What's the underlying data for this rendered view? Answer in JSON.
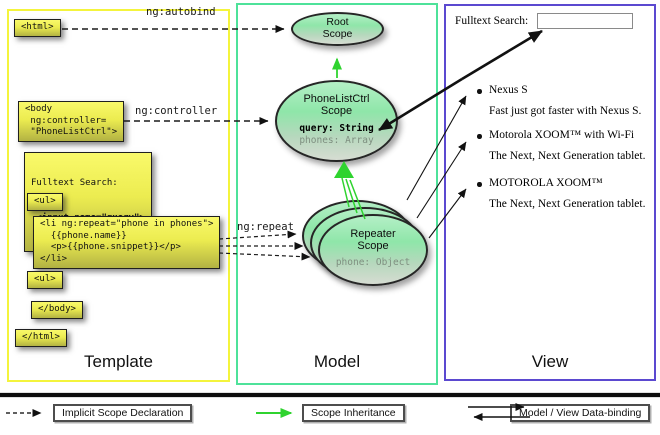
{
  "columns": {
    "template": {
      "label": "Template"
    },
    "model": {
      "label": "Model"
    },
    "view": {
      "label": "View"
    }
  },
  "template_code": {
    "html_open": "<html>",
    "body_open": "<body\n ng:controller=\n \"PhoneListCtrl\">",
    "fulltext_line1": "Fulltext Search:",
    "fulltext_line2": " <input name=\"query\">",
    "ul_open": "<ul>",
    "li_repeat": "<li ng:repeat=\"phone in phones\">\n  {{phone.name}}\n  <p>{{phone.snippet}}</p>\n</li>",
    "ul_close": "<ul>",
    "body_close": "</body>",
    "html_close": "</html>"
  },
  "connectors": {
    "autobind": "ng:autobind",
    "controller": "ng:controller",
    "repeat": "ng:repeat"
  },
  "model_scopes": {
    "root": {
      "title": "Root\nScope"
    },
    "phonelist": {
      "title": "PhoneListCtrl\nScope",
      "prop1": "query: String",
      "prop2": "phones: Array"
    },
    "repeater": {
      "title": "Repeater\nScope",
      "prop1": "phone: Object"
    }
  },
  "view": {
    "search_label": "Fulltext Search:",
    "search_value": "",
    "items": [
      {
        "title": "Nexus S",
        "desc": "Fast just got faster with Nexus S."
      },
      {
        "title": "Motorola XOOM™ with Wi-Fi",
        "desc": "The Next, Next Generation tablet."
      },
      {
        "title": "MOTOROLA XOOM™",
        "desc": "The Next, Next Generation tablet."
      }
    ]
  },
  "legend": {
    "implicit": "Implicit Scope Declaration",
    "inheritance": "Scope Inheritance",
    "binding": "Model / View Data-binding"
  },
  "colors": {
    "template_border": "#f4f43c",
    "model_border": "#4ee29a",
    "view_border": "#5b49d0",
    "code_box_fill": "#ecec50",
    "scope_fill": "#8fe6a9",
    "inheritance_arrow": "#2fd32f",
    "arrow_black": "#111111"
  }
}
